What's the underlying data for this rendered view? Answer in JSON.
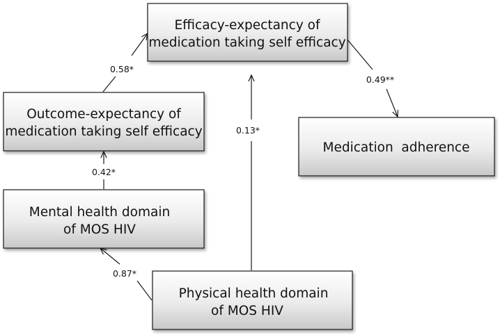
{
  "nodes": {
    "efficacy": {
      "line1": "Efficacy-expectancy of",
      "line2": "medication taking self efficacy"
    },
    "outcome": {
      "line1": "Outcome-expectancy of",
      "line2": "medication taking self efficacy"
    },
    "adherence": {
      "line1": "Medication  adherence"
    },
    "mental": {
      "line1": "Mental health domain",
      "line2": "of MOS HIV"
    },
    "physical": {
      "line1": "Physical health domain",
      "line2": "of MOS HIV"
    }
  },
  "edges": {
    "outcome_to_efficacy": "0.58*",
    "efficacy_to_adherence": "0.49**",
    "physical_to_efficacy": "0.13*",
    "mental_to_outcome": "0.42*",
    "physical_to_mental": "0.87*"
  },
  "colors": {
    "box_gradient_top": "#ffffff",
    "box_gradient_bottom": "#c8c8c8",
    "stroke": "#1a1a1a",
    "text": "#111111"
  }
}
